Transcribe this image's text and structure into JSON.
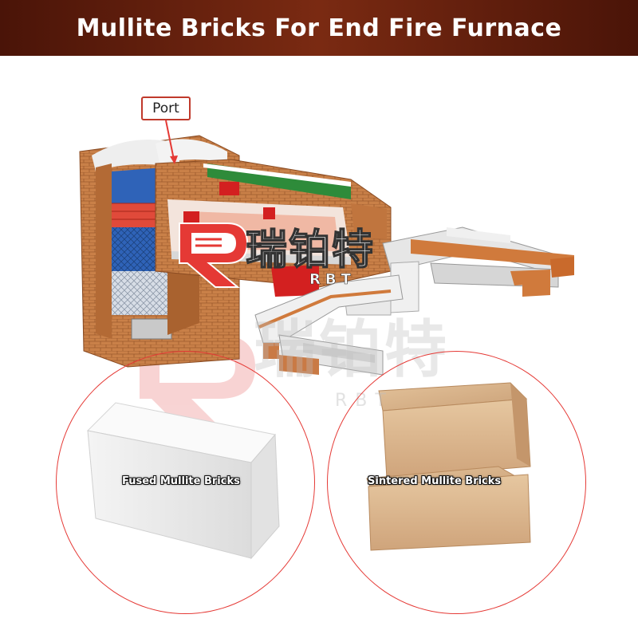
{
  "header": {
    "title": "Mullite Bricks For End Fire Furnace"
  },
  "diagram": {
    "port_label": "Port"
  },
  "logo": {
    "cn": "瑞铂特",
    "en": "RBT"
  },
  "watermark": {
    "cn": "瑞铂特",
    "en": "RBT"
  },
  "products": {
    "fused": {
      "label": "Fused Mullite Bricks"
    },
    "sintered": {
      "label": "Sintered Mullite Bricks"
    }
  },
  "colors": {
    "header_bg": "#5a1a0a",
    "accent_red": "#e53935",
    "brick_orange": "#c97a45",
    "regenerator_blue": "#2b5fb0",
    "fused_brick": "#f0f0f0",
    "sintered_brick": "#dcb88f"
  }
}
